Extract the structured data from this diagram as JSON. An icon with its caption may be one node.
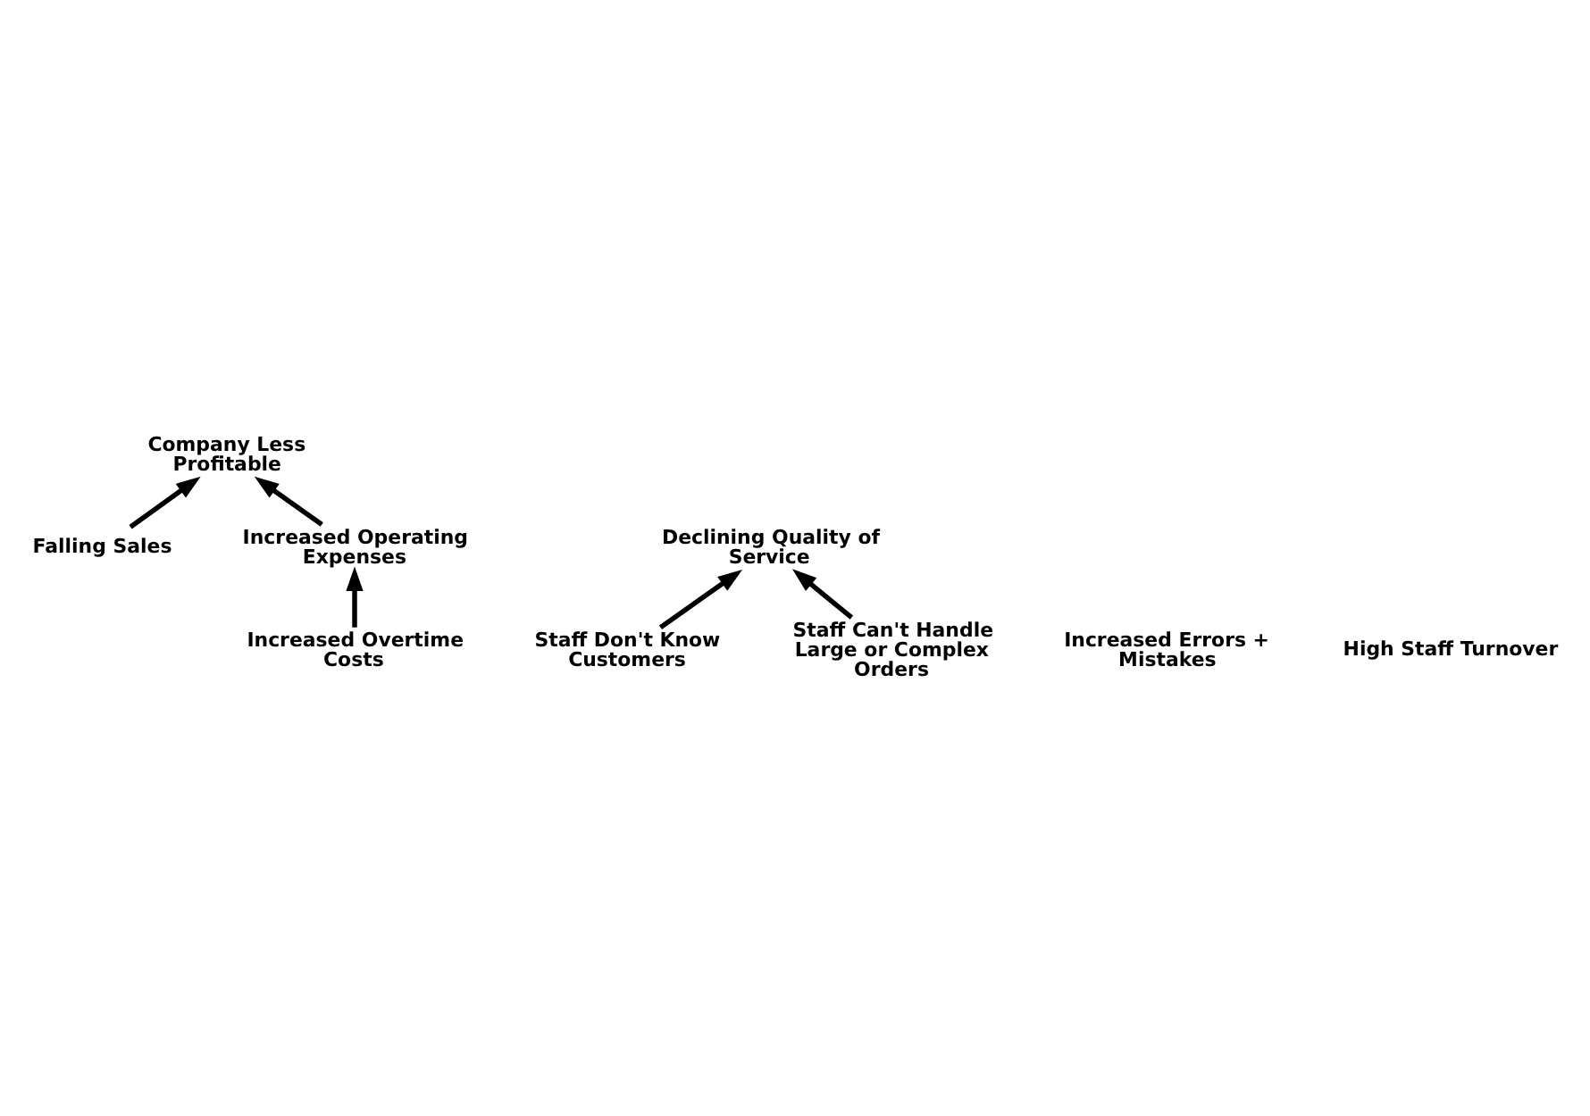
{
  "diagram": {
    "nodes": [
      {
        "text": [
          "Company Less Profitable"
        ]
      },
      {
        "text": [
          "Falling Sales"
        ]
      },
      {
        "text": [
          "Increased Operating Expenses"
        ]
      },
      {
        "text": [
          "Declining Quality of Service"
        ]
      },
      {
        "text": [
          "Increased Overtime Costs"
        ]
      },
      {
        "text": [
          "Staff Don't Know Customers"
        ]
      },
      {
        "text": [
          "Increased Errors + Mistakes"
        ]
      },
      {
        "text": [
          "Staff Can't Handle Large or Complex Orders"
        ]
      },
      {
        "text": [
          "High Staff Turnover"
        ]
      }
    ],
    "edges": [
      {
        "from": 1,
        "to": 0,
        "arrow": "to"
      },
      {
        "from": 2,
        "to": 0,
        "arrow": "to"
      },
      {
        "from": 4,
        "to": 2,
        "arrow": "to"
      },
      {
        "from": 5,
        "to": 3,
        "arrow": "to"
      },
      {
        "from": 7,
        "to": 3,
        "arrow": "to"
      }
    ]
  }
}
